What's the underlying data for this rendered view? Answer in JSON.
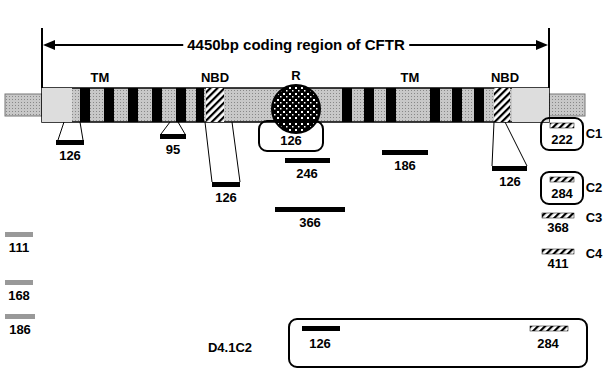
{
  "diagram": {
    "title": "4450bp coding region of CFTR",
    "nodes": [
      {
        "text": [
          "R"
        ]
      },
      {
        "text": [
          "126"
        ]
      },
      {
        "text": [
          "222"
        ]
      },
      {
        "text": [
          "284"
        ]
      },
      {
        "text": [
          "D4.1C2",
          "126",
          "284"
        ]
      }
    ],
    "labels": [
      "TM",
      "NBD",
      "TM",
      "NBD",
      "126",
      "95",
      "126",
      "246",
      "366",
      "186",
      "126",
      "111",
      "168",
      "186",
      "C1",
      "C2",
      "368",
      "C3",
      "411",
      "C4"
    ]
  }
}
